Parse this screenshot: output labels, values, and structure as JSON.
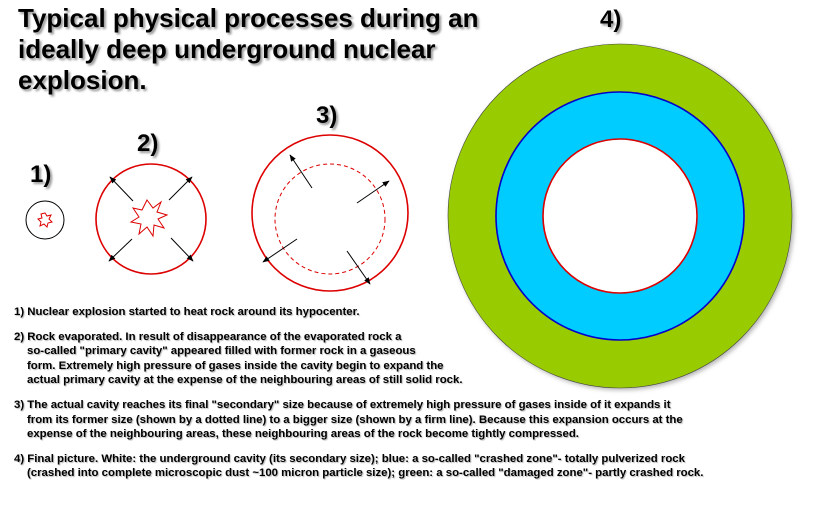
{
  "title": "Typical physical processes during an ideally deep underground nuclear explosion.",
  "stages": [
    {
      "label": "1)"
    },
    {
      "label": "2)"
    },
    {
      "label": "3)"
    },
    {
      "label": "4)"
    }
  ],
  "colors": {
    "cavity_outline": "#dd0000",
    "outline": "#000000",
    "crushed_zone": "#00ccff",
    "crushed_zone_border": "#0000cc",
    "damaged_zone": "#99cc00",
    "cavity_fill": "#ffffff"
  },
  "descriptions": [
    {
      "first": "1) Nuclear explosion started to heat rock around its hypocenter.",
      "rest": []
    },
    {
      "first": "2) Rock evaporated. In result of disappearance of the evaporated rock a",
      "rest": [
        "so-called \"primary cavity\" appeared filled with former rock in a gaseous",
        "form. Extremely high pressure of gases inside the cavity begin to expand the",
        "actual primary cavity at the expense of the neighbouring areas of still solid rock."
      ]
    },
    {
      "first": "3) The actual cavity reaches its final \"secondary\" size because of extremely high pressure of gases inside of it expands it",
      "rest": [
        "from its former size (shown by a dotted line) to a bigger size (shown by a firm line). Because this expansion occurs at the",
        "expense of the neighbouring areas, these neighbouring areas of the rock become tightly compressed."
      ]
    },
    {
      "first": "4) Final picture. White: the underground cavity (its secondary size); blue: a so-called \"crashed zone\"- totally pulverized rock",
      "rest": [
        "(crashed into complete microscopic dust ~100 micron particle size); green: a so-called \"damaged zone\"- partly crashed rock."
      ]
    }
  ]
}
